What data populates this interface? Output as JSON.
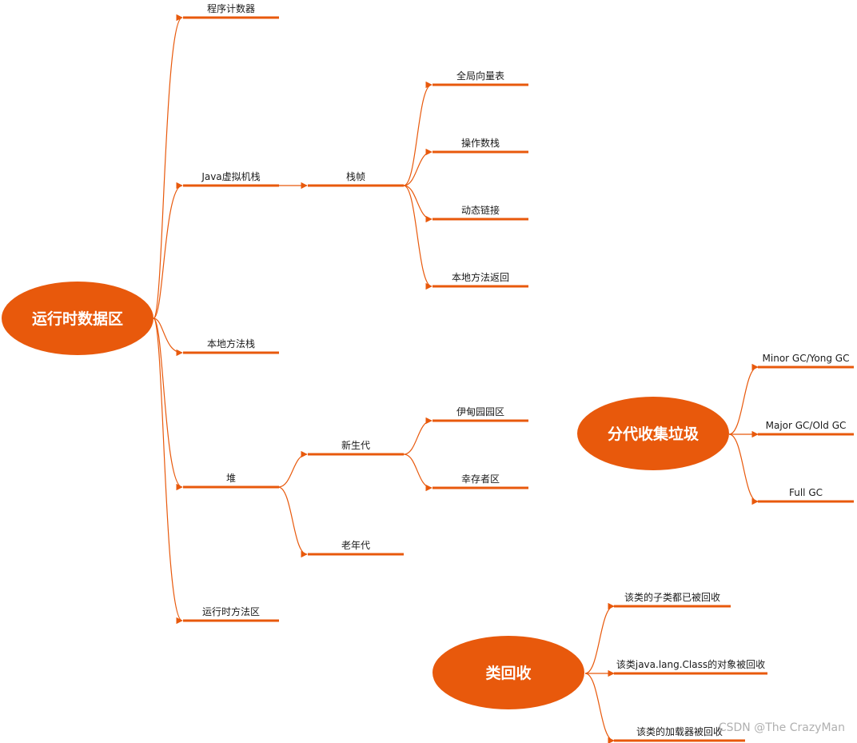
{
  "colors": {
    "accent": "#e8590c",
    "text": "#1a1a1a",
    "background": "#ffffff",
    "watermark": "#b0b0b0"
  },
  "roots": {
    "runtime_data_area": "运行时数据区",
    "generational_gc": "分代收集垃圾",
    "class_unloading": "类回收"
  },
  "runtime": {
    "program_counter": "程序计数器",
    "jvm_stack": "Java虚拟机栈",
    "native_method_stack": "本地方法栈",
    "heap": "堆",
    "runtime_method_area": "运行时方法区"
  },
  "stack_frame": {
    "label": "栈帧",
    "children": [
      "全局向量表",
      "操作数栈",
      "动态链接",
      "本地方法返回"
    ]
  },
  "heap": {
    "young_gen": "新生代",
    "old_gen": "老年代",
    "young_children": [
      "伊甸园园区",
      "幸存者区"
    ]
  },
  "gc": {
    "children": [
      "Minor GC/Yong GC",
      "Major GC/Old GC",
      "Full GC"
    ]
  },
  "class_gc": {
    "children": [
      "该类的子类都已被回收",
      "该类java.lang.Class的对象被回收",
      "该类的加载器被回收"
    ]
  },
  "watermark": "CSDN @The CrazyMan"
}
